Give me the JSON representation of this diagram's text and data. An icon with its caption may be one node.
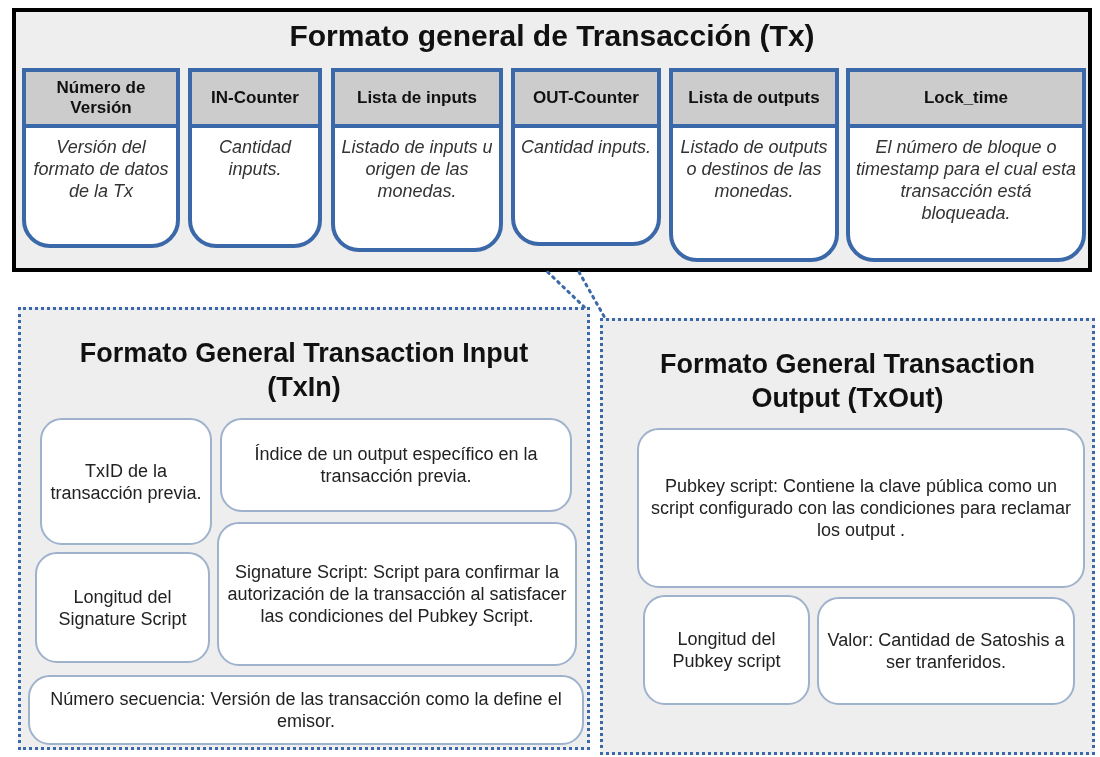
{
  "diagram": {
    "nodes": [
      {
        "text": [
          "Formato general de Transacción (Tx)"
        ]
      },
      {
        "text": [
          "Número de Versión",
          "Versión del formato de datos de la Tx"
        ],
        "in": 0
      },
      {
        "text": [
          "IN-Counter",
          "Cantidad inputs."
        ],
        "in": 0
      },
      {
        "text": [
          "Lista de inputs",
          "Listado de inputs u origen de las monedas."
        ],
        "in": 0
      },
      {
        "text": [
          "OUT-Counter",
          "Cantidad inputs."
        ],
        "in": 0
      },
      {
        "text": [
          "Lista de outputs",
          "Listado de outputs o destinos de las monedas."
        ],
        "in": 0
      },
      {
        "text": [
          "Lock_time",
          "El número de bloque o timestamp para el cual esta transacción está bloqueada."
        ],
        "in": 0
      },
      {
        "text": [
          "Formato General Transaction Input (TxIn)"
        ]
      },
      {
        "text": [
          "TxID de la transacción previa."
        ],
        "in": 7
      },
      {
        "text": [
          "Índice de un output específico en la transacción previa."
        ],
        "in": 7
      },
      {
        "text": [
          "Longitud del Signature Script"
        ],
        "in": 7
      },
      {
        "text": [
          "Signature Script: Script para confirmar la autorización de la transacción al satisfacer las condiciones del Pubkey Script."
        ],
        "in": 7
      },
      {
        "text": [
          "Número secuencia: Versión de las transacción como la define el emisor."
        ],
        "in": 7
      },
      {
        "text": [
          "Formato General Transaction Output (TxOut)"
        ]
      },
      {
        "text": [
          "Pubkey script: Contiene la clave pública como un script configurado con las condiciones para reclamar los output ."
        ],
        "in": 13
      },
      {
        "text": [
          "Longitud del Pubkey script"
        ],
        "in": 13
      },
      {
        "text": [
          "Valor: Cantidad de Satoshis a ser tranferidos."
        ],
        "in": 13
      }
    ],
    "edges": [
      {
        "from": 0,
        "to": 7,
        "arrow": "none",
        "style": "dashed"
      },
      {
        "from": 0,
        "to": 13,
        "arrow": "none",
        "style": "dashed"
      }
    ]
  }
}
